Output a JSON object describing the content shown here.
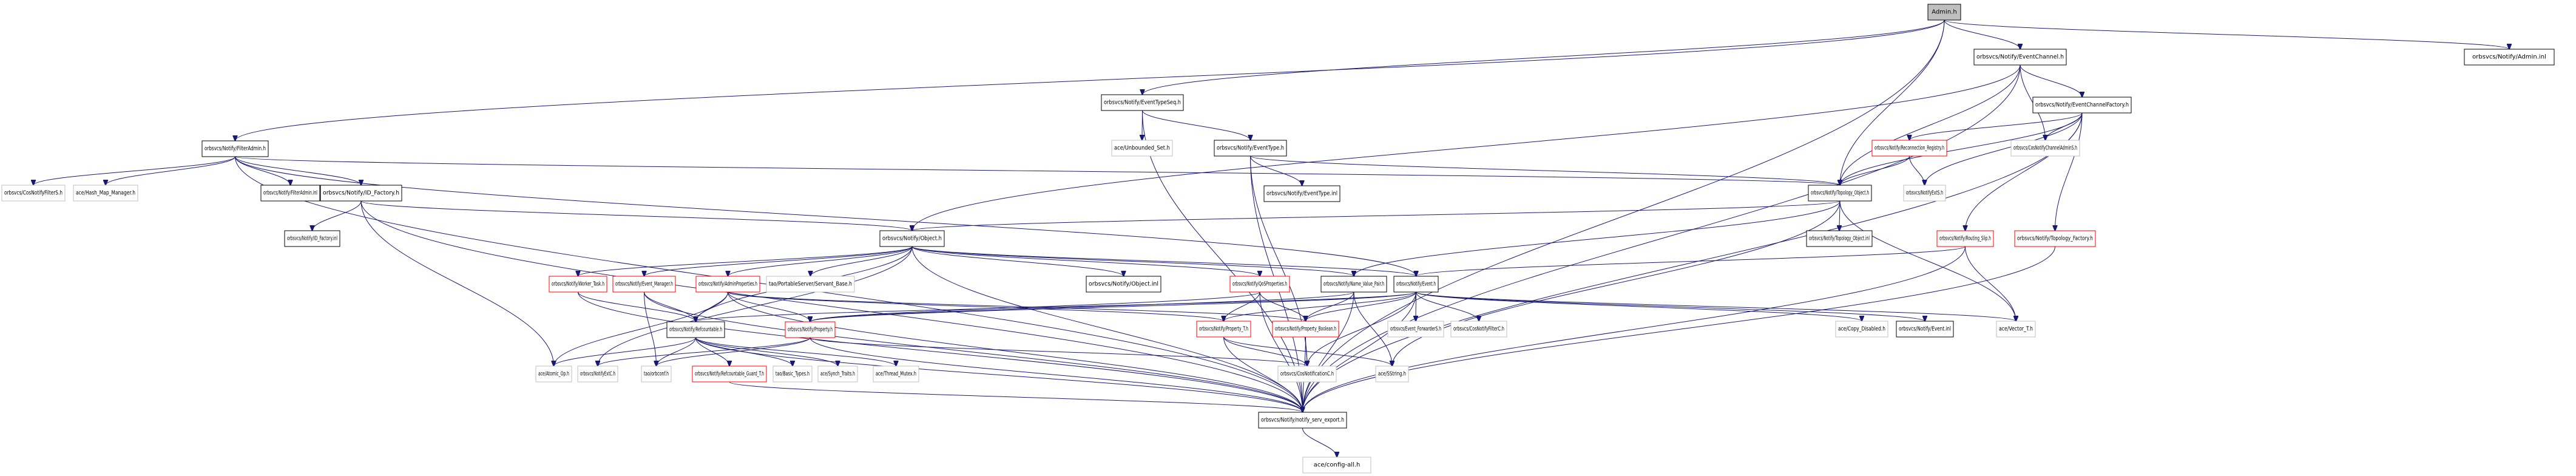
{
  "diagram": {
    "title": "Admin.h include dependency graph",
    "edge_color": "#191970",
    "node_border_colors": {
      "documented": "#000000",
      "undocumented": "#bfbfbf",
      "truncated": "#ff0000",
      "root_fill": "#bfbfbf"
    },
    "nodes": [
      {
        "id": "admin_h",
        "label": "Admin.h",
        "style": "root"
      },
      {
        "id": "admin_inl",
        "label": "orbsvcs/Notify/Admin.inl",
        "style": "normal"
      },
      {
        "id": "eventchannel_h",
        "label": "orbsvcs/Notify/EventChannel.h",
        "style": "normal"
      },
      {
        "id": "eventchannelfactory_h",
        "label": "orbsvcs/Notify/EventChannelFactory.h",
        "style": "normal"
      },
      {
        "id": "eventtypeseq_h",
        "label": "orbsvcs/Notify/EventTypeSeq.h",
        "style": "normal"
      },
      {
        "id": "unbounded_set_h",
        "label": "ace/Unbounded_Set.h",
        "style": "gray"
      },
      {
        "id": "eventtype_h",
        "label": "orbsvcs/Notify/EventType.h",
        "style": "normal"
      },
      {
        "id": "eventtype_inl",
        "label": "orbsvcs/Notify/EventType.inl",
        "style": "normal"
      },
      {
        "id": "filteradmin_h",
        "label": "orbsvcs/Notify/FilterAdmin.h",
        "style": "normal"
      },
      {
        "id": "cosnotifyfilters_h",
        "label": "orbsvcs/CosNotifyFilterS.h",
        "style": "gray"
      },
      {
        "id": "hash_map_manager_h",
        "label": "ace/Hash_Map_Manager.h",
        "style": "gray"
      },
      {
        "id": "filteradmin_inl",
        "label": "orbsvcs/Notify/FilterAdmin.inl",
        "style": "normal"
      },
      {
        "id": "id_factory_h",
        "label": "orbsvcs/Notify/ID_Factory.h",
        "style": "normal"
      },
      {
        "id": "id_factory_inl",
        "label": "orbsvcs/Notify/ID_Factory.inl",
        "style": "normal"
      },
      {
        "id": "reconnection_registry_h",
        "label": "orbsvcs/Notify/Reconnection_Registry.h",
        "style": "red"
      },
      {
        "id": "cosnotifychanneladmins_h",
        "label": "orbsvcs/CosNotifyChannelAdminS.h",
        "style": "gray"
      },
      {
        "id": "topology_object_h",
        "label": "orbsvcs/Notify/Topology_Object.h",
        "style": "normal"
      },
      {
        "id": "notifyexts_h",
        "label": "orbsvcs/NotifyExtS.h",
        "style": "gray"
      },
      {
        "id": "topology_object_inl",
        "label": "orbsvcs/Notify/Topology_Object.inl",
        "style": "normal"
      },
      {
        "id": "routing_slip_h",
        "label": "orbsvcs/Notify/Routing_Slip.h",
        "style": "red"
      },
      {
        "id": "topology_factory_h",
        "label": "orbsvcs/Notify/Topology_Factory.h",
        "style": "red"
      },
      {
        "id": "object_h",
        "label": "orbsvcs/Notify/Object.h",
        "style": "normal"
      },
      {
        "id": "worker_task_h",
        "label": "orbsvcs/Notify/Worker_Task.h",
        "style": "red"
      },
      {
        "id": "event_manager_h",
        "label": "orbsvcs/Notify/Event_Manager.h",
        "style": "red"
      },
      {
        "id": "adminproperties_h",
        "label": "orbsvcs/Notify/AdminProperties.h",
        "style": "red"
      },
      {
        "id": "servant_base_h",
        "label": "tao/PortableServer/Servant_Base.h",
        "style": "gray"
      },
      {
        "id": "object_inl",
        "label": "orbsvcs/Notify/Object.inl",
        "style": "normal"
      },
      {
        "id": "qosproperties_h",
        "label": "orbsvcs/Notify/QoSProperties.h",
        "style": "red"
      },
      {
        "id": "name_value_pair_h",
        "label": "orbsvcs/Notify/Name_Value_Pair.h",
        "style": "normal"
      },
      {
        "id": "event_h",
        "label": "orbsvcs/Notify/Event.h",
        "style": "normal"
      },
      {
        "id": "refcountable_h",
        "label": "orbsvcs/Notify/Refcountable.h",
        "style": "normal"
      },
      {
        "id": "property_h",
        "label": "orbsvcs/Notify/Property.h",
        "style": "red"
      },
      {
        "id": "property_t_h",
        "label": "orbsvcs/Notify/Property_T.h",
        "style": "red"
      },
      {
        "id": "property_boolean_h",
        "label": "orbsvcs/Notify/Property_Boolean.h",
        "style": "red"
      },
      {
        "id": "event_forwarders_h",
        "label": "orbsvcs/Event_ForwarderS.h",
        "style": "gray"
      },
      {
        "id": "cosnotifyfilterc_h",
        "label": "orbsvcs/CosNotifyFilterC.h",
        "style": "gray"
      },
      {
        "id": "copy_disabled_h",
        "label": "ace/Copy_Disabled.h",
        "style": "gray"
      },
      {
        "id": "event_inl",
        "label": "orbsvcs/Notify/Event.inl",
        "style": "normal"
      },
      {
        "id": "vector_t_h",
        "label": "ace/Vector_T.h",
        "style": "gray"
      },
      {
        "id": "atomic_op_h",
        "label": "ace/Atomic_Op.h",
        "style": "gray"
      },
      {
        "id": "notifyextc_h",
        "label": "orbsvcs/NotifyExtC.h",
        "style": "gray"
      },
      {
        "id": "orbconf_h",
        "label": "tao/orbconf.h",
        "style": "gray"
      },
      {
        "id": "refcountable_guard_t_h",
        "label": "orbsvcs/Notify/Refcountable_Guard_T.h",
        "style": "red"
      },
      {
        "id": "basic_types_h",
        "label": "tao/Basic_Types.h",
        "style": "gray"
      },
      {
        "id": "synch_traits_h",
        "label": "ace/Synch_Traits.h",
        "style": "gray"
      },
      {
        "id": "thread_mutex_h",
        "label": "ace/Thread_Mutex.h",
        "style": "gray"
      },
      {
        "id": "cosnotificationc_h",
        "label": "orbsvcs/CosNotificationC.h",
        "style": "gray"
      },
      {
        "id": "sstring_h",
        "label": "ace/SString.h",
        "style": "gray"
      },
      {
        "id": "notify_serv_export_h",
        "label": "orbsvcs/Notify/notify_serv_export.h",
        "style": "normal"
      },
      {
        "id": "config_all_h",
        "label": "ace/config-all.h",
        "style": "gray"
      }
    ],
    "edges": [
      [
        "admin_h",
        "admin_inl"
      ],
      [
        "admin_h",
        "eventchannel_h"
      ],
      [
        "admin_h",
        "eventtypeseq_h"
      ],
      [
        "admin_h",
        "filteradmin_h"
      ],
      [
        "admin_h",
        "topology_object_h"
      ],
      [
        "admin_h",
        "notify_serv_export_h"
      ],
      [
        "eventchannel_h",
        "eventchannelfactory_h"
      ],
      [
        "eventchannel_h",
        "cosnotifychanneladmins_h"
      ],
      [
        "eventchannel_h",
        "topology_object_h"
      ],
      [
        "eventchannel_h",
        "object_h"
      ],
      [
        "eventchannel_h",
        "notify_serv_export_h"
      ],
      [
        "eventchannelfactory_h",
        "reconnection_registry_h"
      ],
      [
        "eventchannelfactory_h",
        "cosnotifychanneladmins_h"
      ],
      [
        "eventchannelfactory_h",
        "topology_object_h"
      ],
      [
        "eventchannelfactory_h",
        "notifyexts_h"
      ],
      [
        "eventchannelfactory_h",
        "routing_slip_h"
      ],
      [
        "eventchannelfactory_h",
        "topology_factory_h"
      ],
      [
        "eventchannelfactory_h",
        "notify_serv_export_h"
      ],
      [
        "eventtypeseq_h",
        "unbounded_set_h"
      ],
      [
        "eventtypeseq_h",
        "eventtype_h"
      ],
      [
        "eventtypeseq_h",
        "notify_serv_export_h"
      ],
      [
        "eventtype_h",
        "eventtype_inl"
      ],
      [
        "eventtype_h",
        "topology_object_h"
      ],
      [
        "eventtype_h",
        "notify_serv_export_h"
      ],
      [
        "eventtype_h",
        "cosnotificationc_h"
      ],
      [
        "filteradmin_h",
        "cosnotifyfilters_h"
      ],
      [
        "filteradmin_h",
        "hash_map_manager_h"
      ],
      [
        "filteradmin_h",
        "filteradmin_inl"
      ],
      [
        "filteradmin_h",
        "id_factory_h"
      ],
      [
        "filteradmin_h",
        "topology_object_h"
      ],
      [
        "filteradmin_h",
        "event_h"
      ],
      [
        "filteradmin_h",
        "notify_serv_export_h"
      ],
      [
        "id_factory_h",
        "id_factory_inl"
      ],
      [
        "id_factory_h",
        "object_h"
      ],
      [
        "id_factory_h",
        "atomic_op_h"
      ],
      [
        "id_factory_h",
        "notify_serv_export_h"
      ],
      [
        "reconnection_registry_h",
        "topology_object_h"
      ],
      [
        "reconnection_registry_h",
        "notifyexts_h"
      ],
      [
        "topology_object_h",
        "topology_object_inl"
      ],
      [
        "topology_object_h",
        "object_h"
      ],
      [
        "topology_object_h",
        "name_value_pair_h"
      ],
      [
        "topology_object_h",
        "vector_t_h"
      ],
      [
        "topology_object_h",
        "sstring_h"
      ],
      [
        "routing_slip_h",
        "event_h"
      ],
      [
        "routing_slip_h",
        "vector_t_h"
      ],
      [
        "routing_slip_h",
        "notify_serv_export_h"
      ],
      [
        "topology_factory_h",
        "notify_serv_export_h"
      ],
      [
        "object_h",
        "worker_task_h"
      ],
      [
        "object_h",
        "event_manager_h"
      ],
      [
        "object_h",
        "adminproperties_h"
      ],
      [
        "object_h",
        "servant_base_h"
      ],
      [
        "object_h",
        "object_inl"
      ],
      [
        "object_h",
        "qosproperties_h"
      ],
      [
        "object_h",
        "refcountable_h"
      ],
      [
        "object_h",
        "notify_serv_export_h"
      ],
      [
        "object_h",
        "name_value_pair_h"
      ],
      [
        "object_h",
        "event_h"
      ],
      [
        "object_h",
        "notifyextc_h"
      ],
      [
        "worker_task_h",
        "refcountable_h"
      ],
      [
        "worker_task_h",
        "notify_serv_export_h"
      ],
      [
        "event_manager_h",
        "refcountable_h"
      ],
      [
        "event_manager_h",
        "orbconf_h"
      ],
      [
        "event_manager_h",
        "notify_serv_export_h"
      ],
      [
        "adminproperties_h",
        "property_h"
      ],
      [
        "adminproperties_h",
        "property_t_h"
      ],
      [
        "adminproperties_h",
        "property_boolean_h"
      ],
      [
        "adminproperties_h",
        "refcountable_h"
      ],
      [
        "adminproperties_h",
        "atomic_op_h"
      ],
      [
        "adminproperties_h",
        "notify_serv_export_h"
      ],
      [
        "qosproperties_h",
        "property_t_h"
      ],
      [
        "qosproperties_h",
        "property_boolean_h"
      ],
      [
        "qosproperties_h",
        "property_h"
      ],
      [
        "qosproperties_h",
        "notify_serv_export_h"
      ],
      [
        "name_value_pair_h",
        "property_boolean_h"
      ],
      [
        "name_value_pair_h",
        "property_h"
      ],
      [
        "name_value_pair_h",
        "sstring_h"
      ],
      [
        "name_value_pair_h",
        "notify_serv_export_h"
      ],
      [
        "event_h",
        "event_forwarders_h"
      ],
      [
        "event_h",
        "cosnotifyfilterc_h"
      ],
      [
        "event_h",
        "copy_disabled_h"
      ],
      [
        "event_h",
        "event_inl"
      ],
      [
        "event_h",
        "vector_t_h"
      ],
      [
        "event_h",
        "property_t_h"
      ],
      [
        "event_h",
        "property_boolean_h"
      ],
      [
        "event_h",
        "property_h"
      ],
      [
        "event_h",
        "refcountable_h"
      ],
      [
        "event_h",
        "cosnotificationc_h"
      ],
      [
        "event_h",
        "notify_serv_export_h"
      ],
      [
        "refcountable_h",
        "atomic_op_h"
      ],
      [
        "refcountable_h",
        "orbconf_h"
      ],
      [
        "refcountable_h",
        "refcountable_guard_t_h"
      ],
      [
        "refcountable_h",
        "basic_types_h"
      ],
      [
        "refcountable_h",
        "synch_traits_h"
      ],
      [
        "refcountable_h",
        "thread_mutex_h"
      ],
      [
        "refcountable_h",
        "notify_serv_export_h"
      ],
      [
        "property_h",
        "notifyextc_h"
      ],
      [
        "property_h",
        "orbconf_h"
      ],
      [
        "property_h",
        "cosnotificationc_h"
      ],
      [
        "property_h",
        "notify_serv_export_h"
      ],
      [
        "property_t_h",
        "cosnotificationc_h"
      ],
      [
        "property_t_h",
        "sstring_h"
      ],
      [
        "property_t_h",
        "notify_serv_export_h"
      ],
      [
        "property_boolean_h",
        "cosnotificationc_h"
      ],
      [
        "property_boolean_h",
        "notify_serv_export_h"
      ],
      [
        "refcountable_guard_t_h",
        "notify_serv_export_h"
      ],
      [
        "notify_serv_export_h",
        "config_all_h"
      ]
    ]
  }
}
